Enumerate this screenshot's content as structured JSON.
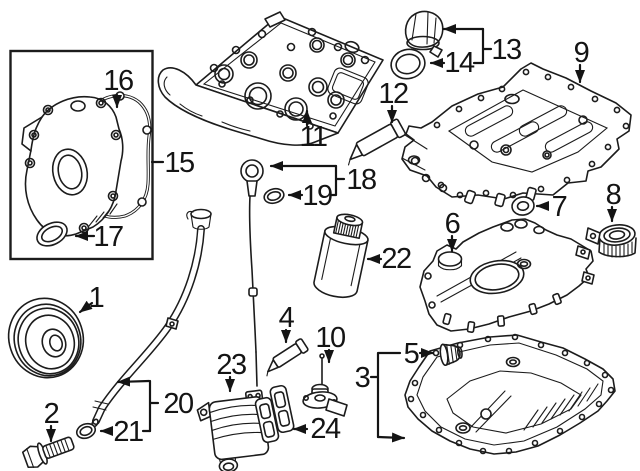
{
  "diagram": {
    "kind": "exploded-parts-diagram",
    "subject": "engine oil pan, valve cover, timing cover and lubrication components",
    "background_color": "#ffffff",
    "line_color": "#1c1c1c",
    "label_color": "#141414"
  },
  "callouts": [
    {
      "label": "1",
      "part": "crankshaft-pulley"
    },
    {
      "label": "2",
      "part": "pulley-bolt"
    },
    {
      "label": "3",
      "part": "lower-oil-pan"
    },
    {
      "label": "4",
      "part": "sealant-tube-small"
    },
    {
      "label": "5",
      "part": "oil-drain-plug"
    },
    {
      "label": "6",
      "part": "baffle-plate"
    },
    {
      "label": "7",
      "part": "seal-ring"
    },
    {
      "label": "8",
      "part": "valve-cap"
    },
    {
      "label": "9",
      "part": "upper-oil-pan"
    },
    {
      "label": "10",
      "part": "oil-level-sensor"
    },
    {
      "label": "11",
      "part": "valve-cover"
    },
    {
      "label": "12",
      "part": "sealant-tube"
    },
    {
      "label": "13",
      "part": "oil-filler-cap"
    },
    {
      "label": "14",
      "part": "filler-cap-seal"
    },
    {
      "label": "15",
      "part": "timing-cover-assembly"
    },
    {
      "label": "16",
      "part": "timing-cover-gasket"
    },
    {
      "label": "17",
      "part": "crankshaft-seal"
    },
    {
      "label": "18",
      "part": "oil-dipstick"
    },
    {
      "label": "19",
      "part": "dipstick-seal"
    },
    {
      "label": "20",
      "part": "dipstick-tube"
    },
    {
      "label": "21",
      "part": "dipstick-tube-seal"
    },
    {
      "label": "22",
      "part": "oil-filter"
    },
    {
      "label": "23",
      "part": "oil-cooler"
    },
    {
      "label": "24",
      "part": "oil-cooler-gasket"
    }
  ]
}
